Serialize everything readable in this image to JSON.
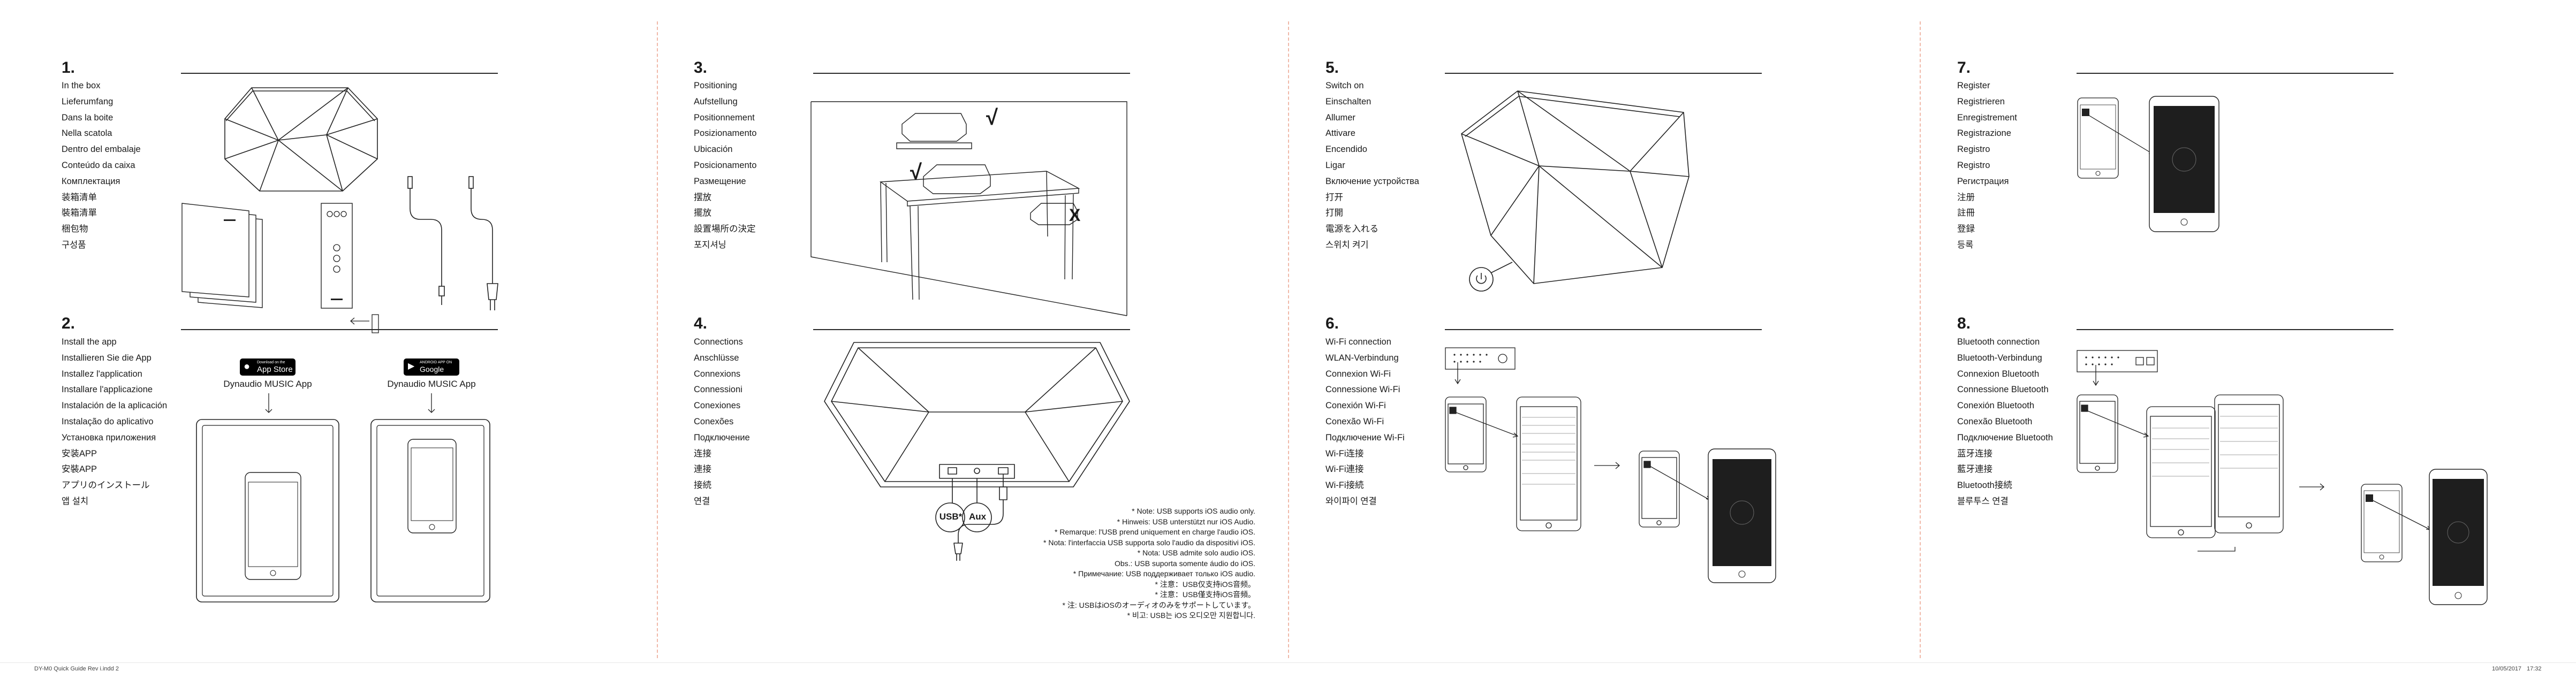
{
  "steps": {
    "s1": {
      "num": "1.",
      "items": [
        "In the box",
        "Lieferumfang",
        "Dans la boite",
        "Nella scatola",
        "Dentro del embalaje",
        "Conteúdo da caixa",
        "Комплектация",
        "装箱清单",
        "裝箱清單",
        "梱包物",
        "구성품"
      ]
    },
    "s2": {
      "num": "2.",
      "items": [
        "Install the app",
        "Installieren Sie die App",
        "Installez l'application",
        "Installare l'applicazione",
        "Instalación de la aplicación",
        "Instalação do aplicativo",
        "Установка приложения",
        "安装APP",
        "安裝APP",
        "アプリのインストール",
        "앱 설치"
      ],
      "appstore_small": "Download on the",
      "appstore_big": "App Store",
      "gplay_small": "ANDROID APP ON",
      "gplay_big": "Google play",
      "app_caption_left": "Dynaudio MUSIC App",
      "app_caption_right": "Dynaudio MUSIC App"
    },
    "s3": {
      "num": "3.",
      "items": [
        "Positioning",
        "Aufstellung",
        "Positionnement",
        "Posizionamento",
        "Ubicación",
        "Posicionamento",
        "Размещение",
        "摆放",
        "擺放",
        "設置場所の決定",
        "포지셔닝"
      ],
      "ok": "√",
      "no": "X"
    },
    "s4": {
      "num": "4.",
      "items": [
        "Connections",
        "Anschlüsse",
        "Connexions",
        "Connessioni",
        "Conexiones",
        "Conexões",
        "Подключение",
        "连接",
        "連接",
        "接続",
        "연결"
      ],
      "usb": "USB*",
      "aux": "Aux",
      "notes": [
        "* Note: USB supports iOS audio only.",
        "* Hinweis: USB unterstützt nur iOS Audio.",
        "* Remarque: l'USB prend uniquement en charge l'audio iOS.",
        "* Nota: l'interfaccia USB supporta solo l'audio da dispositivi iOS.",
        "* Nota: USB admite solo audio iOS.",
        "Obs.: USB suporta somente áudio do iOS.",
        "* Примечание: USB поддерживает только iOS audio.",
        "* 注意：USB仅支持iOS音频。",
        "* 注意：USB僅支持iOS音頻。",
        "* 注: USBはiOSのオーディオのみをサポートしています。",
        "* 비고: USB는 iOS 오디오만 지원합니다."
      ]
    },
    "s5": {
      "num": "5.",
      "items": [
        "Switch on",
        "Einschalten",
        "Allumer",
        "Attivare",
        "Encendido",
        "Ligar",
        "Включение устройства",
        "打开",
        "打開",
        "電源を入れる",
        "스위치 켜기"
      ]
    },
    "s6": {
      "num": "6.",
      "items": [
        "Wi-Fi connection",
        "WLAN-Verbindung",
        "Connexion Wi-Fi",
        "Connessione Wi-Fi",
        "Conexión Wi-Fi",
        "Conexão Wi-Fi",
        "Подключение Wi-Fi",
        "Wi-Fi连接",
        "Wi-Fi連接",
        "Wi-Fi接続",
        "와이파이 연결"
      ]
    },
    "s7": {
      "num": "7.",
      "items": [
        "Register",
        "Registrieren",
        "Enregistrement",
        "Registrazione",
        "Registro",
        "Registro",
        "Регистрация",
        "注册",
        "註冊",
        "登録",
        "등록"
      ]
    },
    "s8": {
      "num": "8.",
      "items": [
        "Bluetooth connection",
        "Bluetooth-Verbindung",
        "Connexion Bluetooth",
        "Connessione Bluetooth",
        "Conexión Bluetooth",
        "Conexão Bluetooth",
        "Подключение Bluetooth",
        "蓝牙连接",
        "藍牙連接",
        "Bluetooth接続",
        "블루투스 연결"
      ]
    }
  },
  "footer": {
    "left": "DY-M0 Quick Guide Rev i.indd   2",
    "date": "10/05/2017",
    "time": "17:32"
  }
}
